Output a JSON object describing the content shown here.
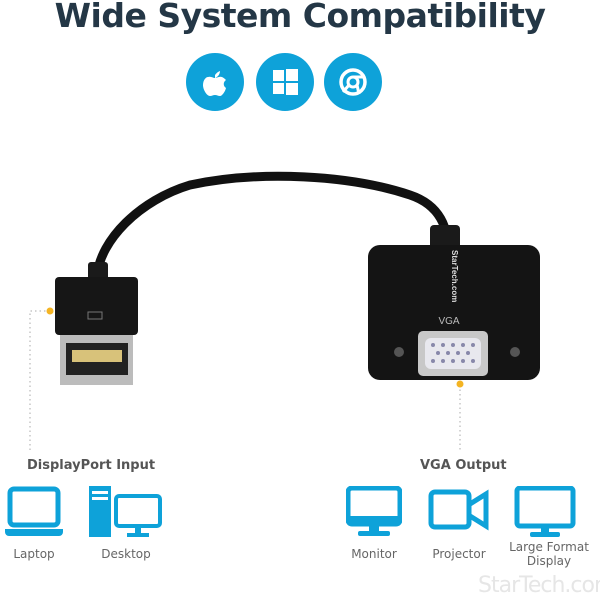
{
  "title": "Wide System Compatibility",
  "os_icons": [
    {
      "icon": "apple-icon"
    },
    {
      "icon": "windows-icon"
    },
    {
      "icon": "chrome-icon"
    }
  ],
  "accent_color": "#0ea2d9",
  "product": {
    "brand_label": "StarTech.com",
    "port_label": "VGA"
  },
  "input": {
    "heading": "DisplayPort Input",
    "devices": [
      {
        "label": "Laptop",
        "icon": "laptop-icon"
      },
      {
        "label": "Desktop",
        "icon": "desktop-icon"
      }
    ]
  },
  "output": {
    "heading": "VGA Output",
    "devices": [
      {
        "label": "Monitor",
        "icon": "monitor-icon"
      },
      {
        "label": "Projector",
        "icon": "projector-icon"
      },
      {
        "label": "Large Format Display",
        "icon": "large-display-icon"
      }
    ]
  },
  "watermark": "StarTech.com"
}
